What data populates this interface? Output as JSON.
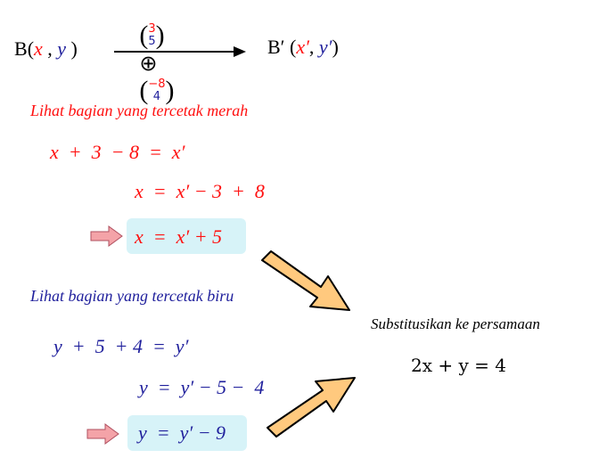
{
  "header": {
    "point": "B",
    "var_x": "x",
    "var_y": "y",
    "image_point": "B′",
    "image_x": "x′",
    "image_y": "y′",
    "vector1": {
      "top": "3",
      "bottom": "5"
    },
    "operator": "⊕",
    "vector2": {
      "top": "−8",
      "bottom": "4"
    }
  },
  "red_section": {
    "note": "Lihat bagian yang tercetak merah",
    "lines": [
      "x  +  3  − 8  =  x′",
      "x  =  x′ − 3  +  8"
    ],
    "result": "x  =  x′ + 5"
  },
  "blue_section": {
    "note": "Lihat bagian yang tercetak biru",
    "lines": [
      "y  +  5  + 4  =  y′",
      "y  =  y′ − 5 −  4"
    ],
    "result": "y  =  y′ − 9"
  },
  "substitution": {
    "note": "Substitusikan ke persamaan",
    "equation": "2x + y = 4"
  },
  "colors": {
    "red": "#ff1010",
    "blue": "#1f1f9c",
    "highlight": "#d7f3f8",
    "pointer": "#f4a3a8",
    "big_arrow": "#ffc97e"
  }
}
